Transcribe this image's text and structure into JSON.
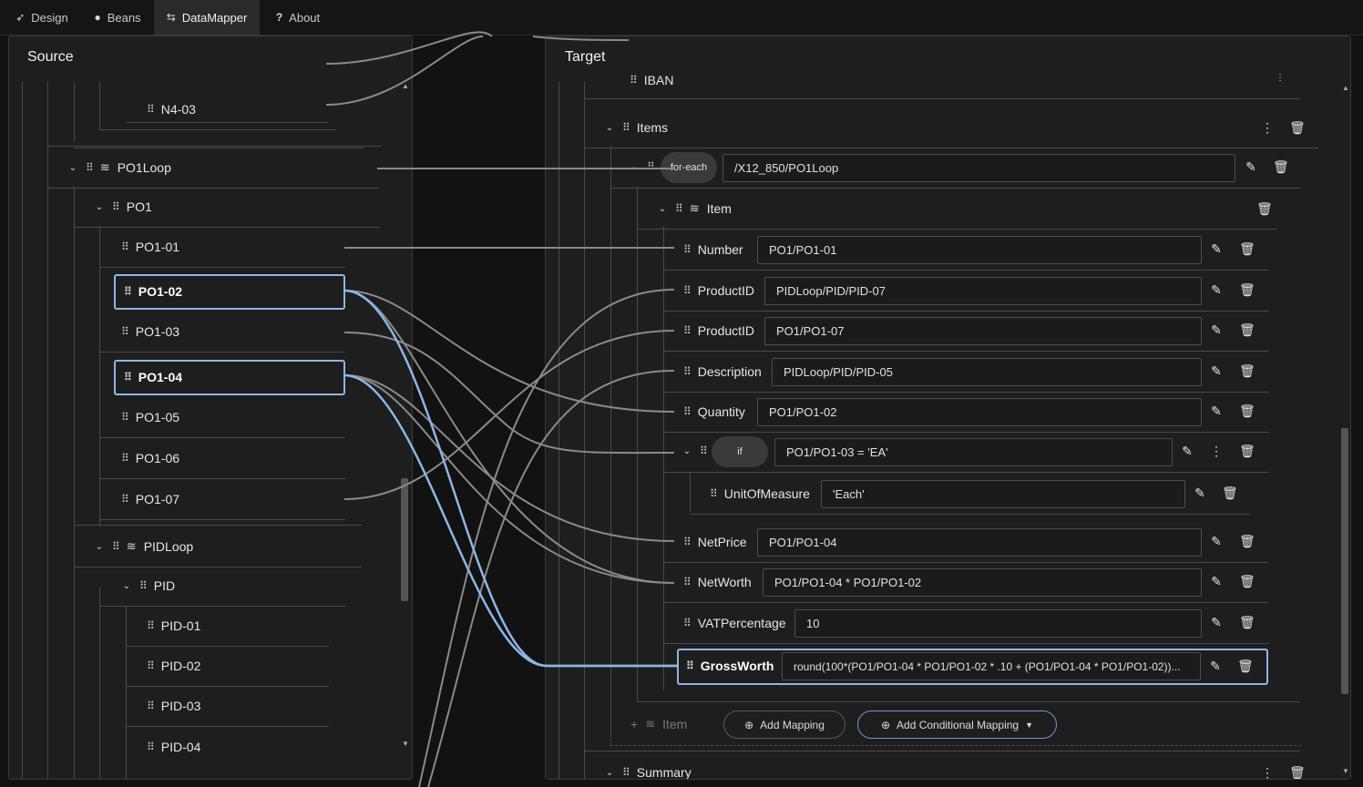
{
  "tabs": [
    {
      "label": "Design",
      "icon": "rocket-icon"
    },
    {
      "label": "Beans",
      "icon": "bean-icon"
    },
    {
      "label": "DataMapper",
      "icon": "mapper-icon"
    },
    {
      "label": "About",
      "icon": "question-icon"
    }
  ],
  "source": {
    "title": "Source",
    "n4_03": "N4-03",
    "po1loop": "PO1Loop",
    "po1": "PO1",
    "fields": [
      "PO1-01",
      "PO1-02",
      "PO1-03",
      "PO1-04",
      "PO1-05",
      "PO1-06",
      "PO1-07"
    ],
    "pidloop": "PIDLoop",
    "pid": "PID",
    "pid_fields": [
      "PID-01",
      "PID-02",
      "PID-03",
      "PID-04"
    ]
  },
  "target": {
    "title": "Target",
    "iban": "IBAN",
    "items": "Items",
    "foreach_label": "for-each",
    "foreach_expr": "/X12_850/PO1Loop",
    "item": "Item",
    "mappings": [
      {
        "name": "Number",
        "expr": "PO1/PO1-01"
      },
      {
        "name": "ProductID",
        "expr": "PIDLoop/PID/PID-07"
      },
      {
        "name": "ProductID",
        "expr": "PO1/PO1-07"
      },
      {
        "name": "Description",
        "expr": "PIDLoop/PID/PID-05"
      },
      {
        "name": "Quantity",
        "expr": "PO1/PO1-02"
      }
    ],
    "if_label": "if",
    "if_expr": "PO1/PO1-03 = 'EA'",
    "uom_name": "UnitOfMeasure",
    "uom_expr": "'Each'",
    "mappings2": [
      {
        "name": "NetPrice",
        "expr": "PO1/PO1-04"
      },
      {
        "name": "NetWorth",
        "expr": "PO1/PO1-04 * PO1/PO1-02"
      },
      {
        "name": "VATPercentage",
        "expr": "10"
      }
    ],
    "gross_name": "GrossWorth",
    "gross_expr": "round(100*(PO1/PO1-04 * PO1/PO1-02 * .10 + (PO1/PO1-04 * PO1/PO1-02))...",
    "add_item": "Item",
    "add_mapping": "Add Mapping",
    "add_conditional": "Add Conditional Mapping",
    "summary": "Summary"
  },
  "colors": {
    "selected": "#8cb7e6",
    "link": "#8a8a8a",
    "link_selected": "#8cb7e6"
  }
}
